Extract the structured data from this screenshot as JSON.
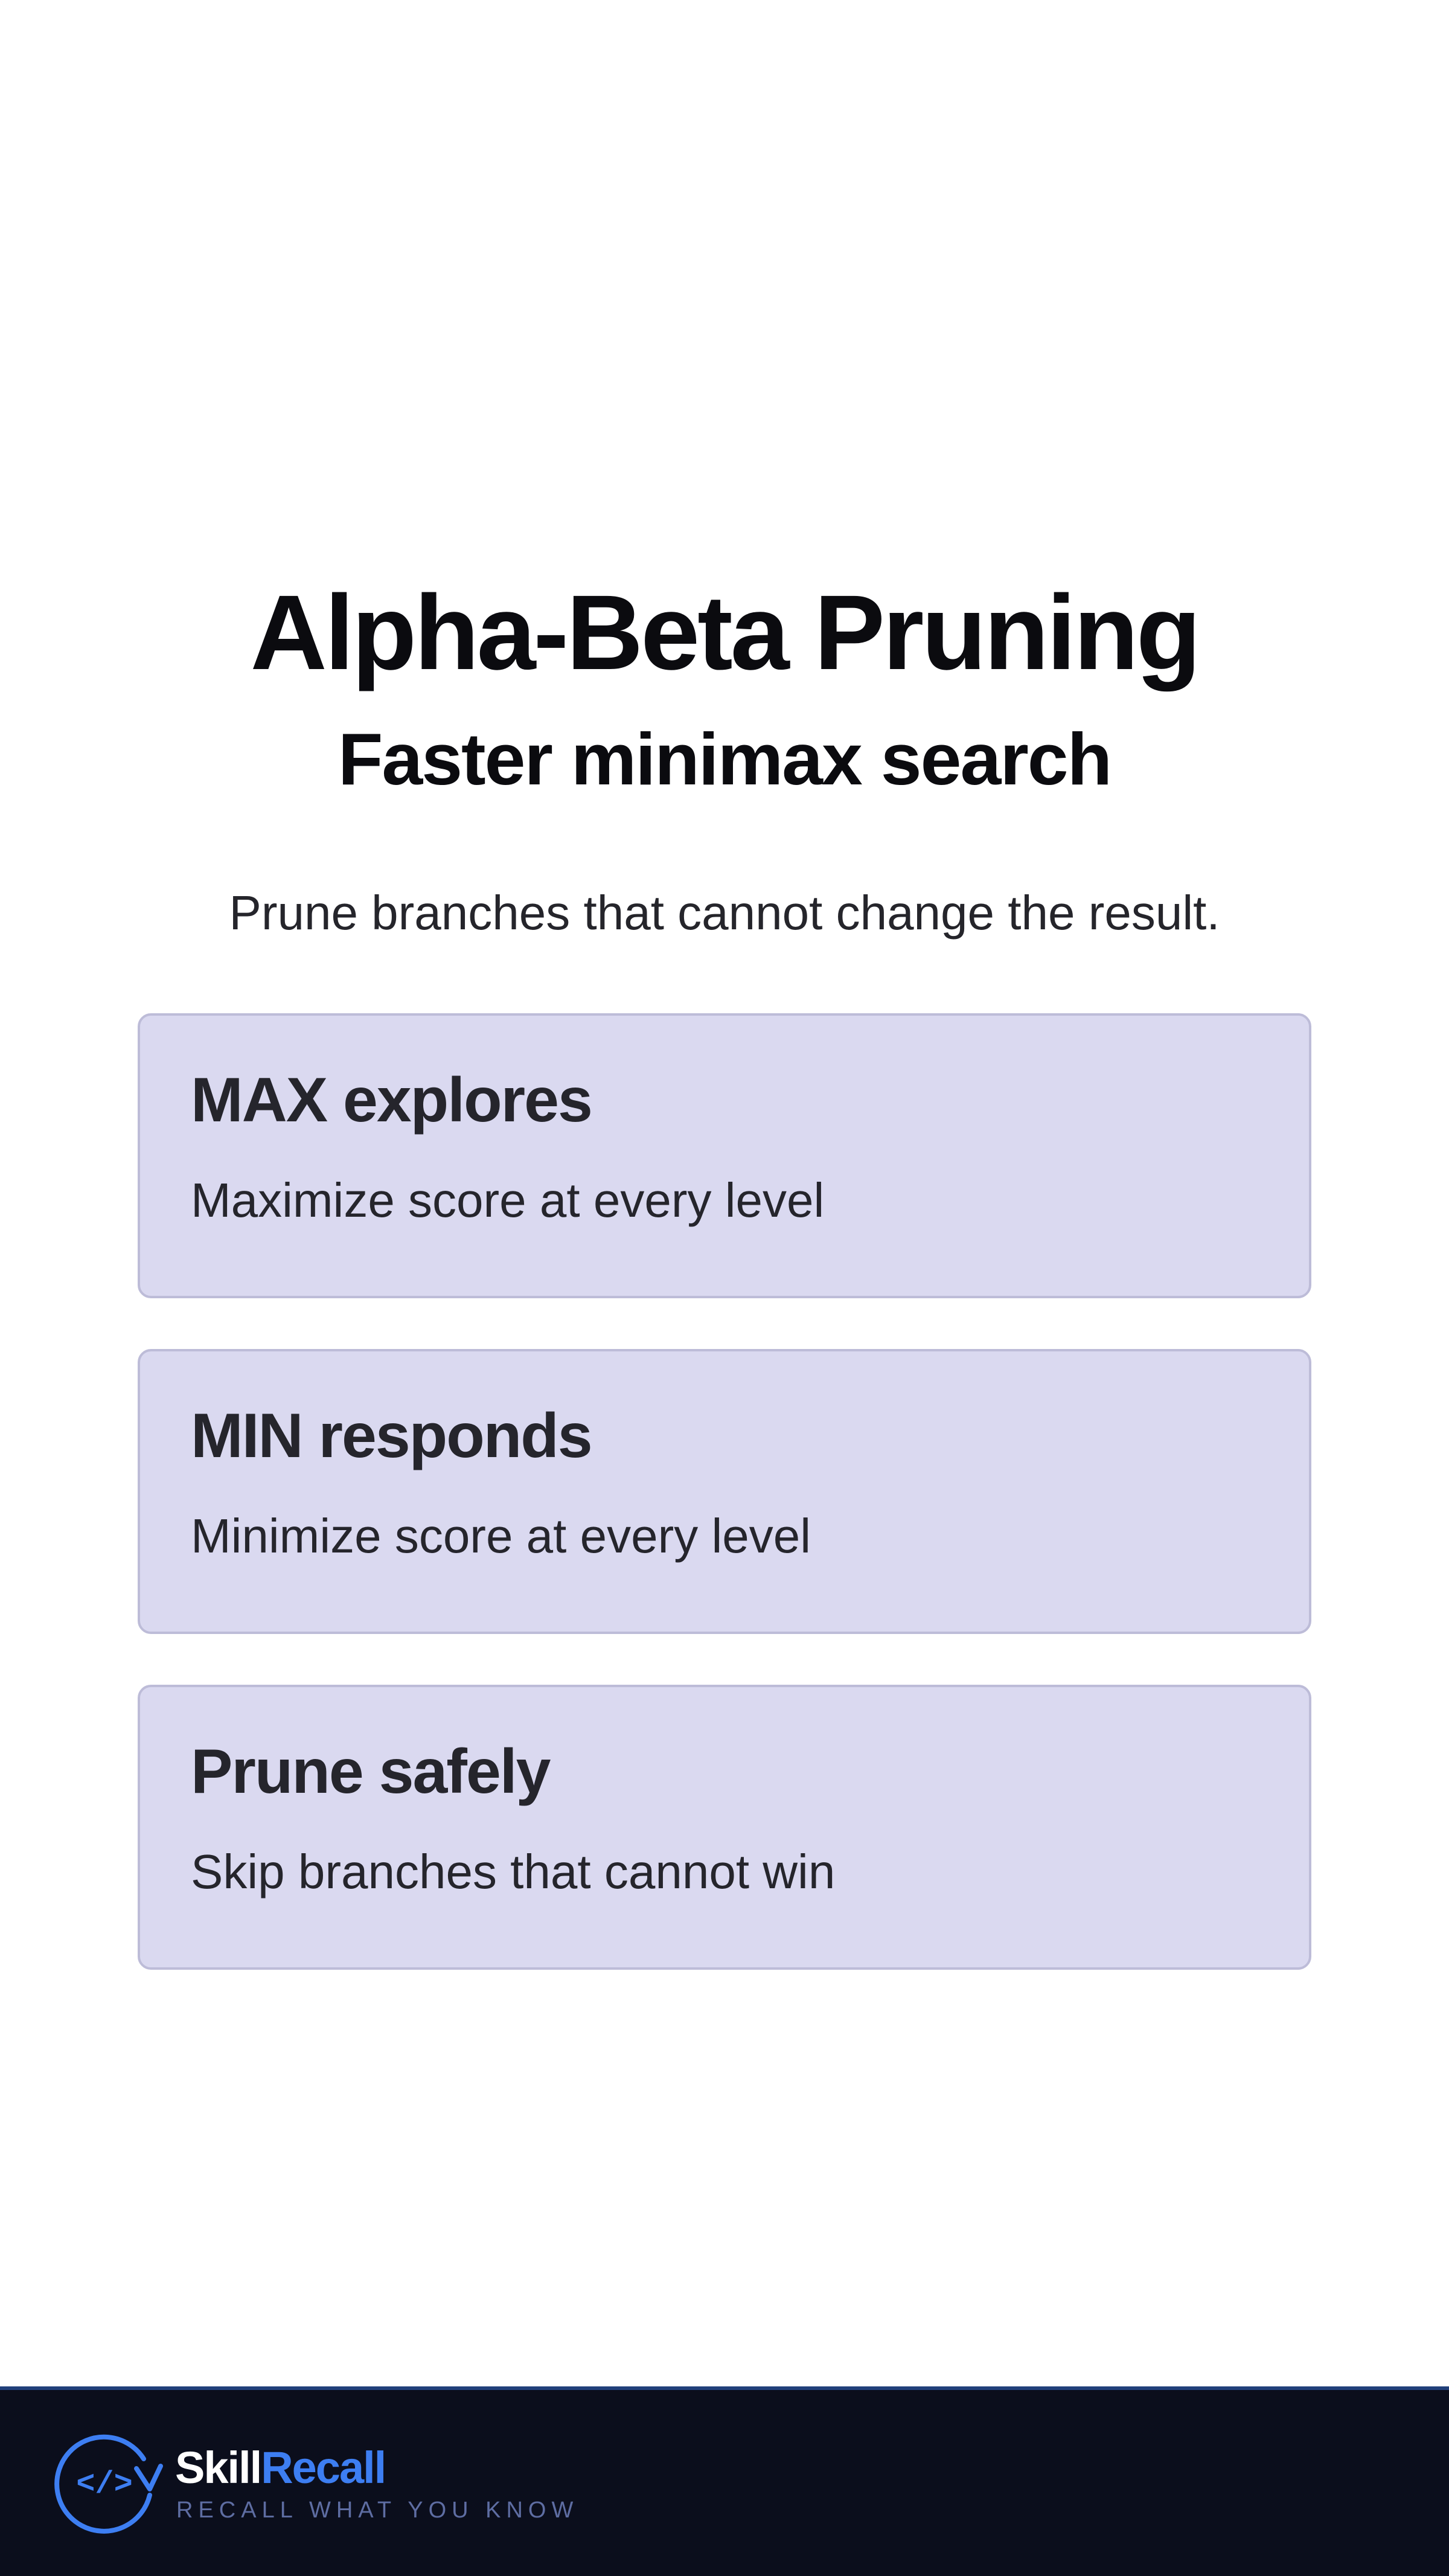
{
  "header": {
    "title": "Alpha-Beta Pruning",
    "subtitle": "Faster minimax search"
  },
  "intro": "Prune branches that cannot change the result.",
  "cards": [
    {
      "title": "MAX explores",
      "text": "Maximize score at every level"
    },
    {
      "title": "MIN responds",
      "text": "Minimize score at every level"
    },
    {
      "title": "Prune safely",
      "text": "Skip branches that cannot win"
    }
  ],
  "footer": {
    "brand_part1": "Skill",
    "brand_part2": "Recall",
    "tagline": "RECALL WHAT YOU KNOW",
    "logo_glyph": "</>",
    "logo_icon": "code-brackets-circle-arrow-icon",
    "colors": {
      "background": "#0b0e1c",
      "accent": "#3d7ef2",
      "tagline": "#5e6da2"
    }
  },
  "colors": {
    "card_background": "#dad9f0",
    "card_border": "#bdbcd8",
    "text": "#25252c"
  }
}
